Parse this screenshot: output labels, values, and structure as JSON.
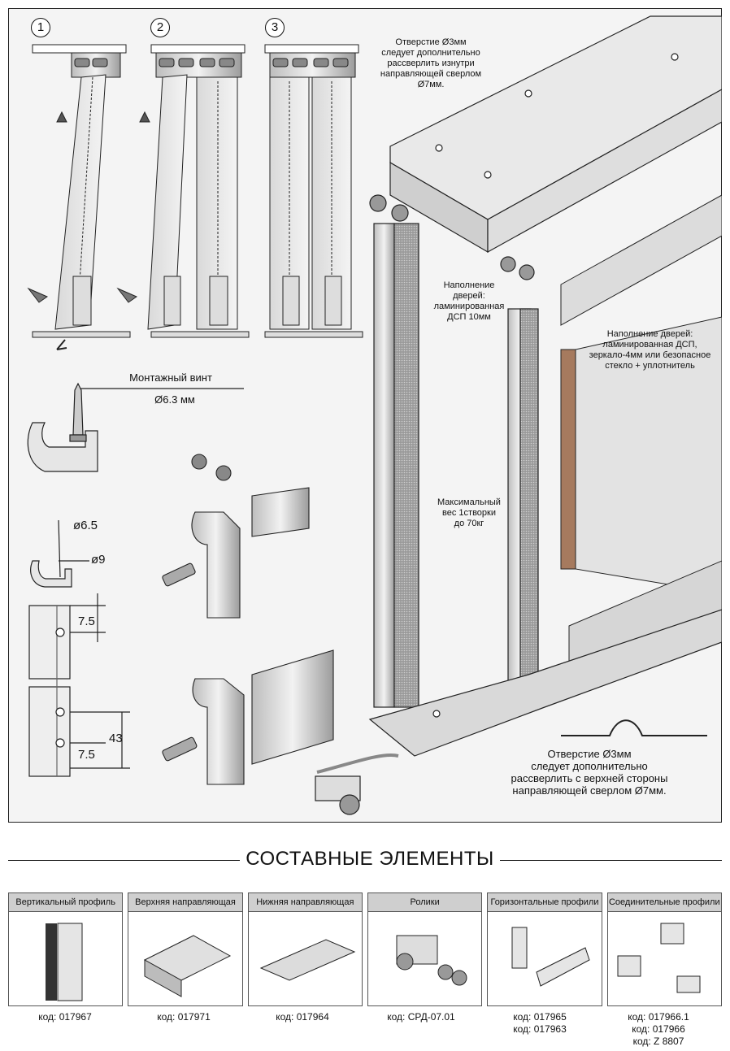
{
  "steps": [
    "1",
    "2",
    "3"
  ],
  "labels": {
    "hole_top": "Отверстие Ø3мм\nследует дополнительно\nрассверлить изнутри\nнаправляющей сверлом Ø7мм.",
    "fill_dsp": "Наполнение\nдверей:\nламинированная\nДСП 10мм",
    "fill_mix": "Наполнение дверей:\nламинированная ДСП,\nзеркало-4мм или безопасное\nстекло + уплотнитель",
    "max_weight": "Максимальный\nвес 1створки\nдо 70кг",
    "screw_title": "Монтажный винт",
    "screw_size": "Ø6.3 мм",
    "hole_bottom": "Отверстие Ø3мм\nследует дополнительно\nрассверлить с верхней стороны\nнаправляющей сверлом Ø7мм."
  },
  "dimensions": {
    "d_small": "ø6.5",
    "d_large": "ø9",
    "offset_top": "7.5",
    "spacing": "43",
    "offset_bottom": "7.5"
  },
  "section_title": "СОСТАВНЫЕ ЭЛЕМЕНТЫ",
  "parts": [
    {
      "name": "Вертикальный профиль",
      "codes": [
        "код: 017967"
      ]
    },
    {
      "name": "Верхняя направляющая",
      "codes": [
        "код: 017971"
      ]
    },
    {
      "name": "Нижняя направляющая",
      "codes": [
        "код: 017964"
      ]
    },
    {
      "name": "Ролики",
      "codes": [
        "код: СРД-07.01"
      ]
    },
    {
      "name": "Горизонтальные профили",
      "codes": [
        "код: 017965",
        "код: 017963"
      ]
    },
    {
      "name": "Соединительные профили",
      "codes": [
        "код: 017966.1",
        "код: 017966",
        "код: Z 8807"
      ]
    }
  ]
}
